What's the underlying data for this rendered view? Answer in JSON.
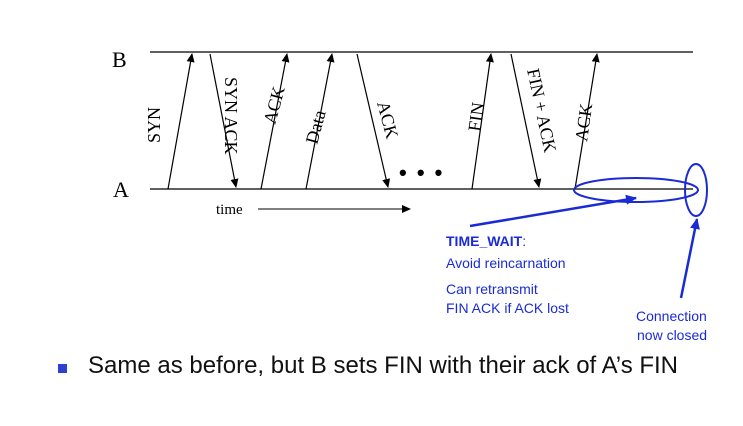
{
  "diagram": {
    "host_b": "B",
    "host_a": "A",
    "time_label": "time",
    "messages": {
      "syn": "SYN",
      "syn_ack": "SYN ACK",
      "ack1": "ACK",
      "data": "Data",
      "ack2": "ACK",
      "ellipsis": "• • •",
      "fin": "FIN",
      "fin_ack": "FIN + ACK",
      "ack3": "ACK"
    },
    "annotations": {
      "time_wait_title": "TIME_WAIT",
      "time_wait_colon": ":",
      "time_wait_line1": "Avoid reincarnation",
      "retransmit_line1": "Can retransmit",
      "retransmit_line2": "FIN ACK if ACK lost",
      "closed_line1": "Connection",
      "closed_line2": "now closed"
    },
    "colors": {
      "line": "#000000",
      "annotation_blue": "#1a2bd6"
    }
  },
  "bullet": {
    "text": "Same as before, but B sets FIN with their ack of A’s FIN"
  }
}
